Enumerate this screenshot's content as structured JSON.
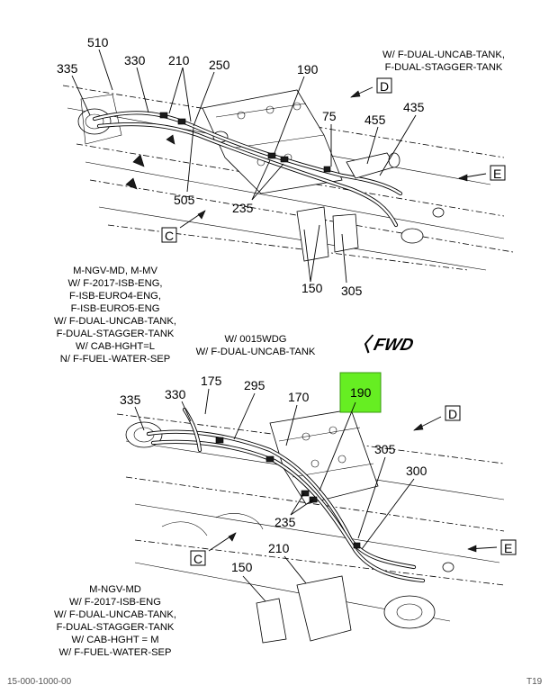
{
  "top": {
    "callouts": [
      "510",
      "335",
      "330",
      "210",
      "250",
      "190",
      "75",
      "455",
      "435",
      "505",
      "235",
      "150",
      "305"
    ],
    "view_letters": [
      "D",
      "C",
      "E"
    ],
    "config_top_right": [
      "W/ F-DUAL-UNCAB-TANK,",
      "F-DUAL-STAGGER-TANK"
    ],
    "config_left": [
      "M-NGV-MD, M-MV",
      "W/ F-2017-ISB-ENG,",
      "F-ISB-EURO4-ENG,",
      "F-ISB-EURO5-ENG",
      "W/ F-DUAL-UNCAB-TANK,",
      "F-DUAL-STAGGER-TANK",
      "W/ CAB-HGHT=L",
      "N/ F-FUEL-WATER-SEP"
    ]
  },
  "middle": {
    "config_center": [
      "W/ 0015WDG",
      "W/ F-DUAL-UNCAB-TANK"
    ],
    "fwd_label": "FWD"
  },
  "bottom": {
    "callouts": [
      "335",
      "330",
      "175",
      "295",
      "170",
      "305",
      "300",
      "235",
      "210",
      "150"
    ],
    "highlighted_callout": "190",
    "view_letters": [
      "D",
      "C",
      "E"
    ],
    "config_left": [
      "M-NGV-MD",
      "W/ F-2017-ISB-ENG",
      "W/ F-DUAL-UNCAB-TANK,",
      "F-DUAL-STAGGER-TANK",
      "W/ CAB-HGHT = M",
      "W/ F-FUEL-WATER-SEP"
    ]
  },
  "footer": {
    "left_code": "15-000-1000-00",
    "right_code": "T19"
  },
  "colors": {
    "highlight": "#66ee22",
    "line": "#000000"
  }
}
